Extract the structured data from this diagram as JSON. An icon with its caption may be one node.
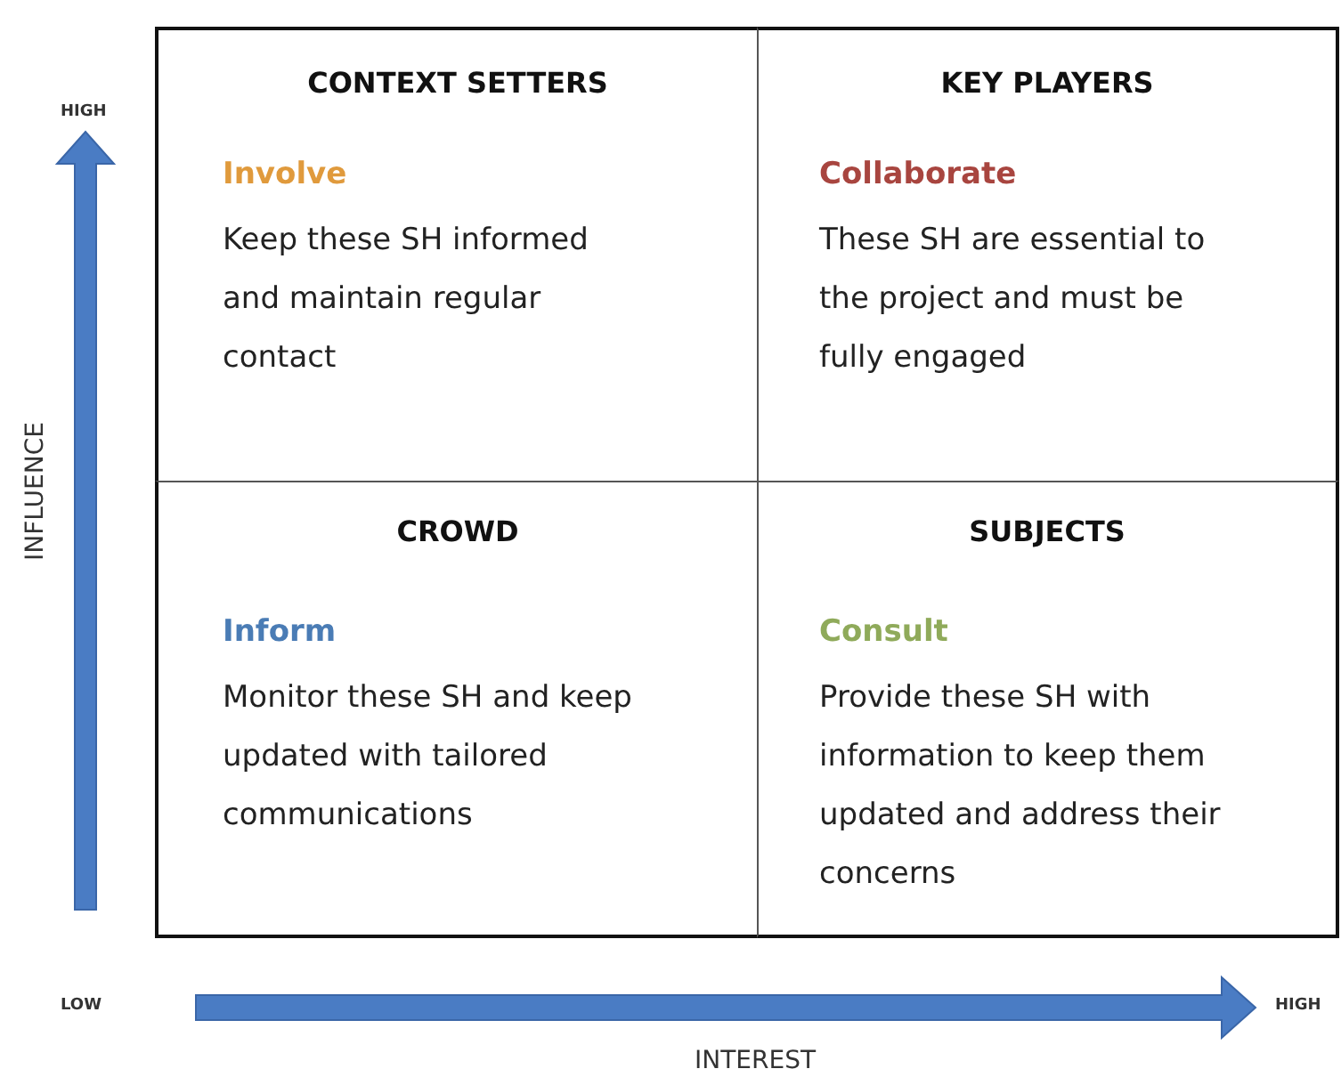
{
  "diagram": {
    "nodes": [
      {
        "text": [
          "CONTEXT SETTERS",
          "Involve",
          "Keep these SH informed and maintain regular contact"
        ]
      },
      {
        "text": [
          "KEY PLAYERS",
          "Collaborate",
          "These SH are essential to the project and must be fully engaged"
        ]
      },
      {
        "text": [
          "CROWD",
          "Inform",
          "Monitor these SH and keep updated with tailored communications"
        ]
      },
      {
        "text": [
          "SUBJECTS",
          "Consult",
          "Provide these SH with information to keep them updated and address their concerns"
        ]
      }
    ],
    "labels": [
      "HIGH",
      "INFLUENCE",
      "LOW",
      "HIGH",
      "INTEREST"
    ]
  }
}
